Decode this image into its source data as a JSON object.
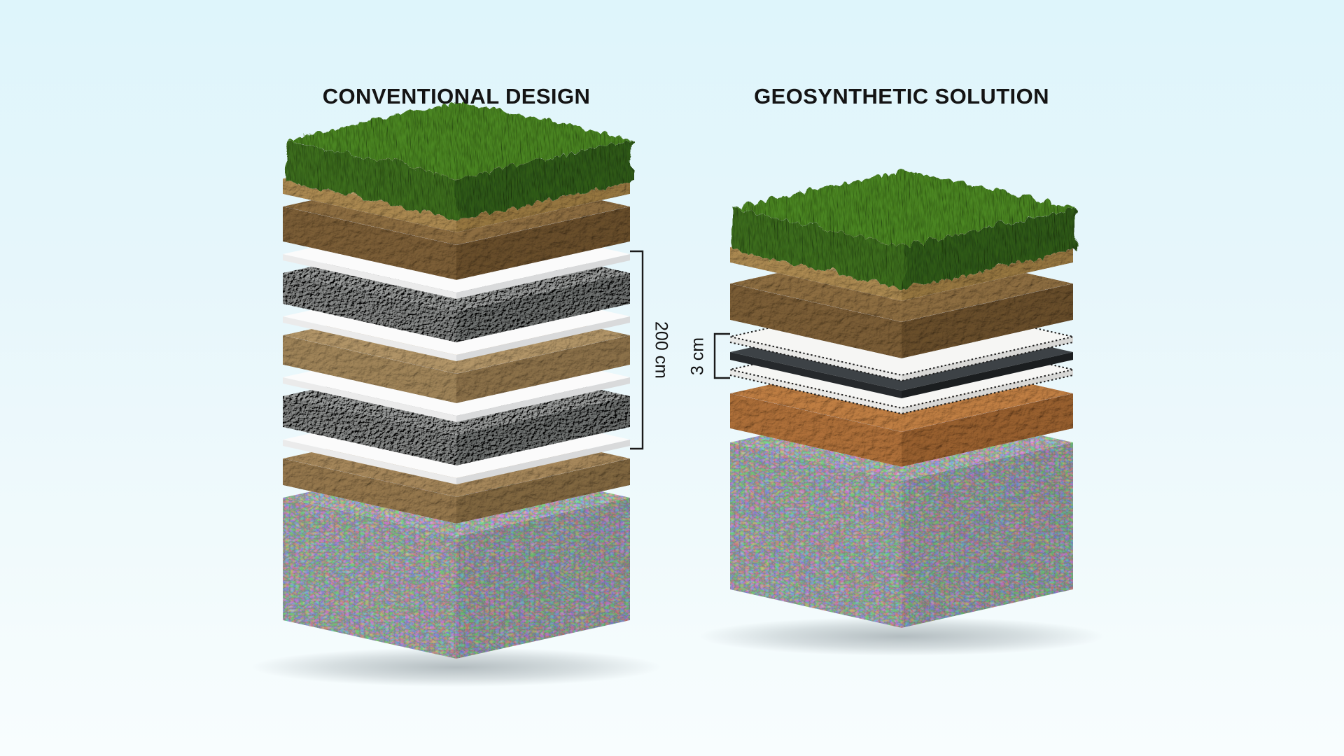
{
  "background": {
    "top": "#def5fb",
    "bottom": "#f8fdfe"
  },
  "annotation_color": "#1a1a1a",
  "stacks": {
    "left": {
      "title": "CONVENTIONAL DESIGN",
      "dimension_label": "200 cm",
      "layers": [
        {
          "name": "grass-cover",
          "material": "grassBlock",
          "thickness": 22
        },
        {
          "name": "cover-soil",
          "material": "topsoil",
          "thickness": 50
        },
        {
          "name": "liner-sheet-1",
          "material": "sheet",
          "thickness": 9
        },
        {
          "name": "gravel-drainage-1",
          "material": "gravel",
          "thickness": 44
        },
        {
          "name": "liner-sheet-2",
          "material": "sheet",
          "thickness": 9
        },
        {
          "name": "sandy-interlayer",
          "material": "sandysoil",
          "thickness": 42
        },
        {
          "name": "liner-sheet-3",
          "material": "sheet",
          "thickness": 9
        },
        {
          "name": "gravel-drainage-2",
          "material": "gravel",
          "thickness": 44
        },
        {
          "name": "liner-sheet-4",
          "material": "sheet",
          "thickness": 9
        },
        {
          "name": "base-soil",
          "material": "basesoil",
          "thickness": 38
        },
        {
          "name": "waste-body",
          "material": "waste",
          "thickness": 175
        }
      ]
    },
    "right": {
      "title": "GEOSYNTHETIC SOLUTION",
      "dimension_label": "3 cm",
      "layers": [
        {
          "name": "grass-cover",
          "material": "grassBlock",
          "thickness": 22,
          "gap": 30
        },
        {
          "name": "cover-soil",
          "material": "topsoil",
          "thickness": 52,
          "gap": 24
        },
        {
          "name": "geotextile-upper",
          "material": "geotextile",
          "thickness": 8,
          "gap": 14
        },
        {
          "name": "geomembrane",
          "material": "geomembrane",
          "thickness": 11,
          "gap": 14
        },
        {
          "name": "geotextile-lower",
          "material": "geotextile",
          "thickness": 8,
          "gap": 26
        },
        {
          "name": "regulating-soil",
          "material": "orangesoil",
          "thickness": 50,
          "gap": 20
        },
        {
          "name": "waste-body",
          "material": "waste",
          "thickness": 210
        }
      ]
    }
  },
  "materials": {
    "grassBlock": {
      "grassHeight": 60,
      "grass": {
        "top": "#4f8f20",
        "left": "#3f751a",
        "right": "#326012"
      },
      "slab": {
        "top": "#c0a169",
        "left": "#ad8b52",
        "right": "#987841"
      }
    },
    "topsoil": {
      "top": "#8f6f42",
      "left": "#7d5f37",
      "right": "#6a4f2c",
      "filter": "fSoil"
    },
    "sheet": {
      "top": "#fbfbfb",
      "left": "#ebebeb",
      "right": "#d9dadb"
    },
    "gravel": {
      "top": "#a0a2a1",
      "left": "#8c8e8d",
      "right": "#747776",
      "filter": "fGravel"
    },
    "sandysoil": {
      "top": "#b49769",
      "left": "#a2865a",
      "right": "#8d724a",
      "filter": "fSoil"
    },
    "basesoil": {
      "top": "#a8895c",
      "left": "#97794e",
      "right": "#826841",
      "filter": "fSoil"
    },
    "geotextile": {
      "top": "#f6f6f4",
      "left": "#e9e9e7",
      "right": "#d8d8d6",
      "dotted": true,
      "rim": "#1d1d1d"
    },
    "geomembrane": {
      "top": "#3d4246",
      "left": "#26292c",
      "right": "#1b1e20"
    },
    "orangesoil": {
      "top": "#c28044",
      "left": "#b0713a",
      "right": "#9a6130",
      "filter": "fSoil"
    },
    "waste": {
      "top": "#d3d7d9",
      "left": "#c3c8cb",
      "right": "#b3b9bd",
      "filter": "fWaste"
    }
  }
}
